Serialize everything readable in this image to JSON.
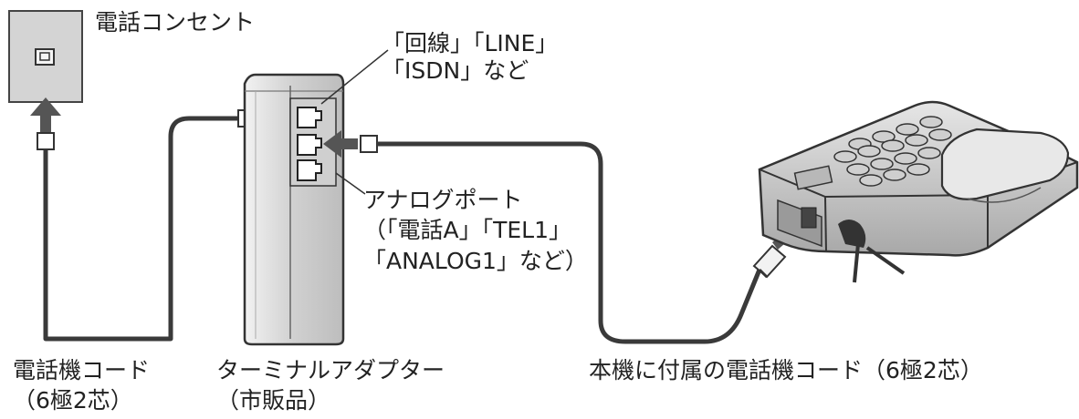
{
  "labels": {
    "wall_outlet": "電話コンセント",
    "line_port_1": "「回線」「LINE」",
    "line_port_2": "「ISDN」など",
    "analog_port_1": "アナログポート",
    "analog_port_2": "（「電話A」「TEL1」",
    "analog_port_3": "「ANALOG1」など）",
    "phone_cord_1": "電話機コード",
    "phone_cord_2": "（6極2芯）",
    "adapter_1": "ターミナルアダプター",
    "adapter_2": "（市販品）",
    "bundled_cord": "本機に付属の電話機コード（6極2芯）"
  },
  "colors": {
    "line": "#3a3a3a",
    "panel": "#d4d4d4",
    "arrow": "#555555"
  }
}
